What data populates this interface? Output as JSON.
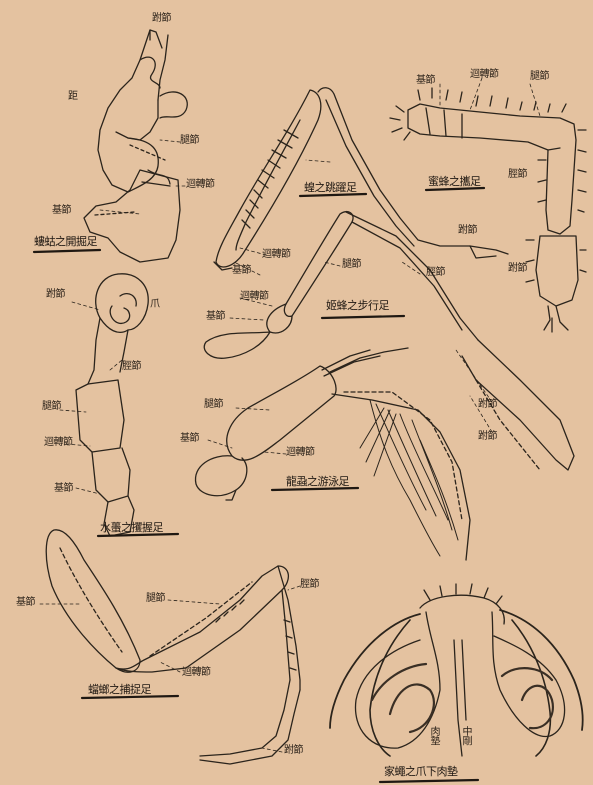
{
  "figures": {
    "mole_cricket": {
      "caption": "螻蛄之開掘足",
      "labels": {
        "tarsus": "跗節",
        "spine": "距",
        "femur": "腿節",
        "trochanter": "迴轉節",
        "coxa": "基節"
      }
    },
    "grasshopper": {
      "caption": "蝗之跳躍足",
      "labels": {
        "tarsus": "跗節",
        "coxa": "基節",
        "trochanter": "迴轉節"
      }
    },
    "honeybee": {
      "caption": "蜜蜂之攜足",
      "labels": {
        "coxa": "基節",
        "trochanter": "迴轉節",
        "femur": "腿節",
        "tibia": "脛節",
        "tarsus": "跗節"
      }
    },
    "wasp": {
      "caption": "姬蜂之步行足",
      "labels": {
        "femur": "腿節",
        "trochanter": "迴轉節",
        "coxa": "基節",
        "tibia": "脛節",
        "tarsus": "跗節",
        "tarsus2": "跗節"
      }
    },
    "water_scorpion": {
      "caption": "水蠆之攫握足",
      "labels": {
        "tarsus": "跗節",
        "claw": "爪",
        "tibia": "脛節",
        "femur": "腿節",
        "trochanter": "迴轉節",
        "coxa": "基節"
      }
    },
    "water_beetle": {
      "caption": "龍蝨之游泳足",
      "labels": {
        "femur": "腿節",
        "coxa": "基節",
        "trochanter": "迴轉節"
      }
    },
    "mantis": {
      "caption": "蟷螂之捕捉足",
      "labels": {
        "coxa": "基節",
        "femur": "腿節",
        "tibia": "脛節",
        "trochanter": "迴轉節",
        "tarsus": "跗節"
      }
    },
    "housefly": {
      "caption": "家蠅之爪下肉墊",
      "labels": {
        "pad": "肉墊",
        "spine": "中剛"
      }
    }
  }
}
